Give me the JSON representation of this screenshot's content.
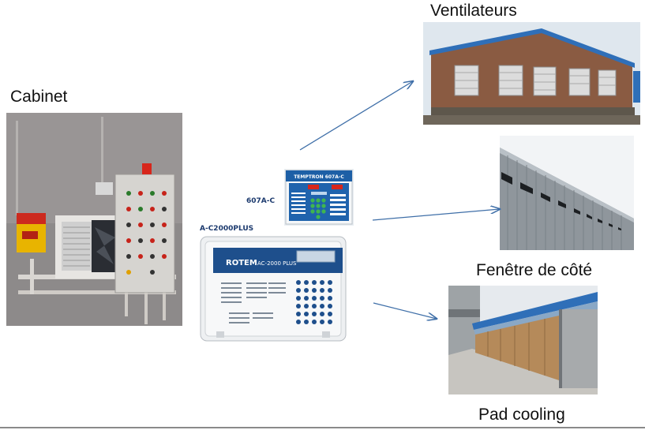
{
  "labels": {
    "cabinet": "Cabinet",
    "ventilateurs": "Ventilateurs",
    "fenetre": "Fenêtre de côté",
    "pad_cooling": "Pad cooling",
    "model_607": "607A-C",
    "model_2000": "A-C2000PLUS"
  },
  "devices": {
    "temptron_header": "TEMPTRON 607A-C",
    "rotem_brand": "ROTEM",
    "rotem_model": "AC-2000 PLUS"
  },
  "colors": {
    "arrow": "#3f6fa8",
    "roof_blue": "#2f6fb8",
    "controller_blue": "#1e4f8c"
  }
}
